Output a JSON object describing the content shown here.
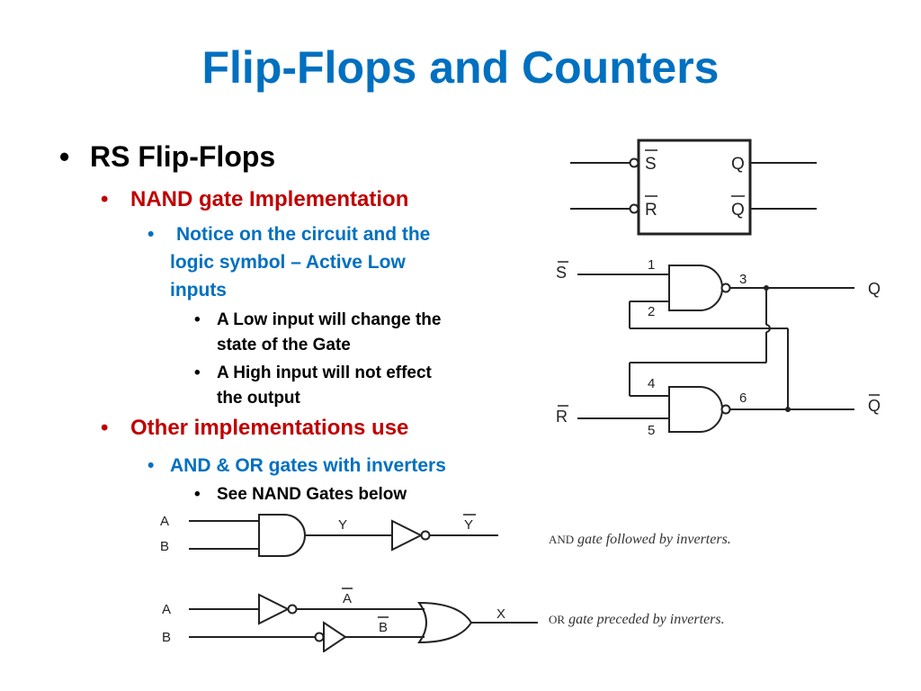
{
  "slide": {
    "title": "Flip-Flops and Counters"
  },
  "bullets": {
    "b1": "RS Flip-Flops",
    "b1_1": "NAND gate Implementation",
    "b1_1_1_line1": "Notice on the circuit and the",
    "b1_1_1_line2": "logic symbol – Active Low",
    "b1_1_1_line3": "inputs",
    "b1_1_1_1_line1": "A Low input will change the",
    "b1_1_1_1_line2": "state of the Gate",
    "b1_1_1_2_line1": "A High input will not effect",
    "b1_1_1_2_line2": "the output",
    "b1_2": "Other implementations use",
    "b1_2_1": "AND  & OR gates with inverters",
    "b1_2_1_1": "See NAND Gates below",
    "bullet_glyph": "•"
  },
  "symbol": {
    "s": "S",
    "r": "R",
    "q": "Q",
    "qbar": "Q"
  },
  "circuit": {
    "s_in": "S",
    "r_in": "R",
    "q_out": "Q",
    "qbar_out": "Q",
    "pin1": "1",
    "pin2": "2",
    "pin3": "3",
    "pin4": "4",
    "pin5": "5",
    "pin6": "6"
  },
  "and_inv": {
    "a": "A",
    "b": "B",
    "y": "Y",
    "ybar": "Y",
    "caption_sc": "AND",
    "caption_it": " gate followed by inverters."
  },
  "or_inv": {
    "a": "A",
    "b": "B",
    "abar": "A",
    "bbar": "B",
    "x": "X",
    "caption_sc": "OR",
    "caption_it": " gate preceded by inverters."
  },
  "colors": {
    "title": "#0070c0",
    "level2": "#c00000",
    "level3": "#0070c0",
    "text": "#000000"
  }
}
